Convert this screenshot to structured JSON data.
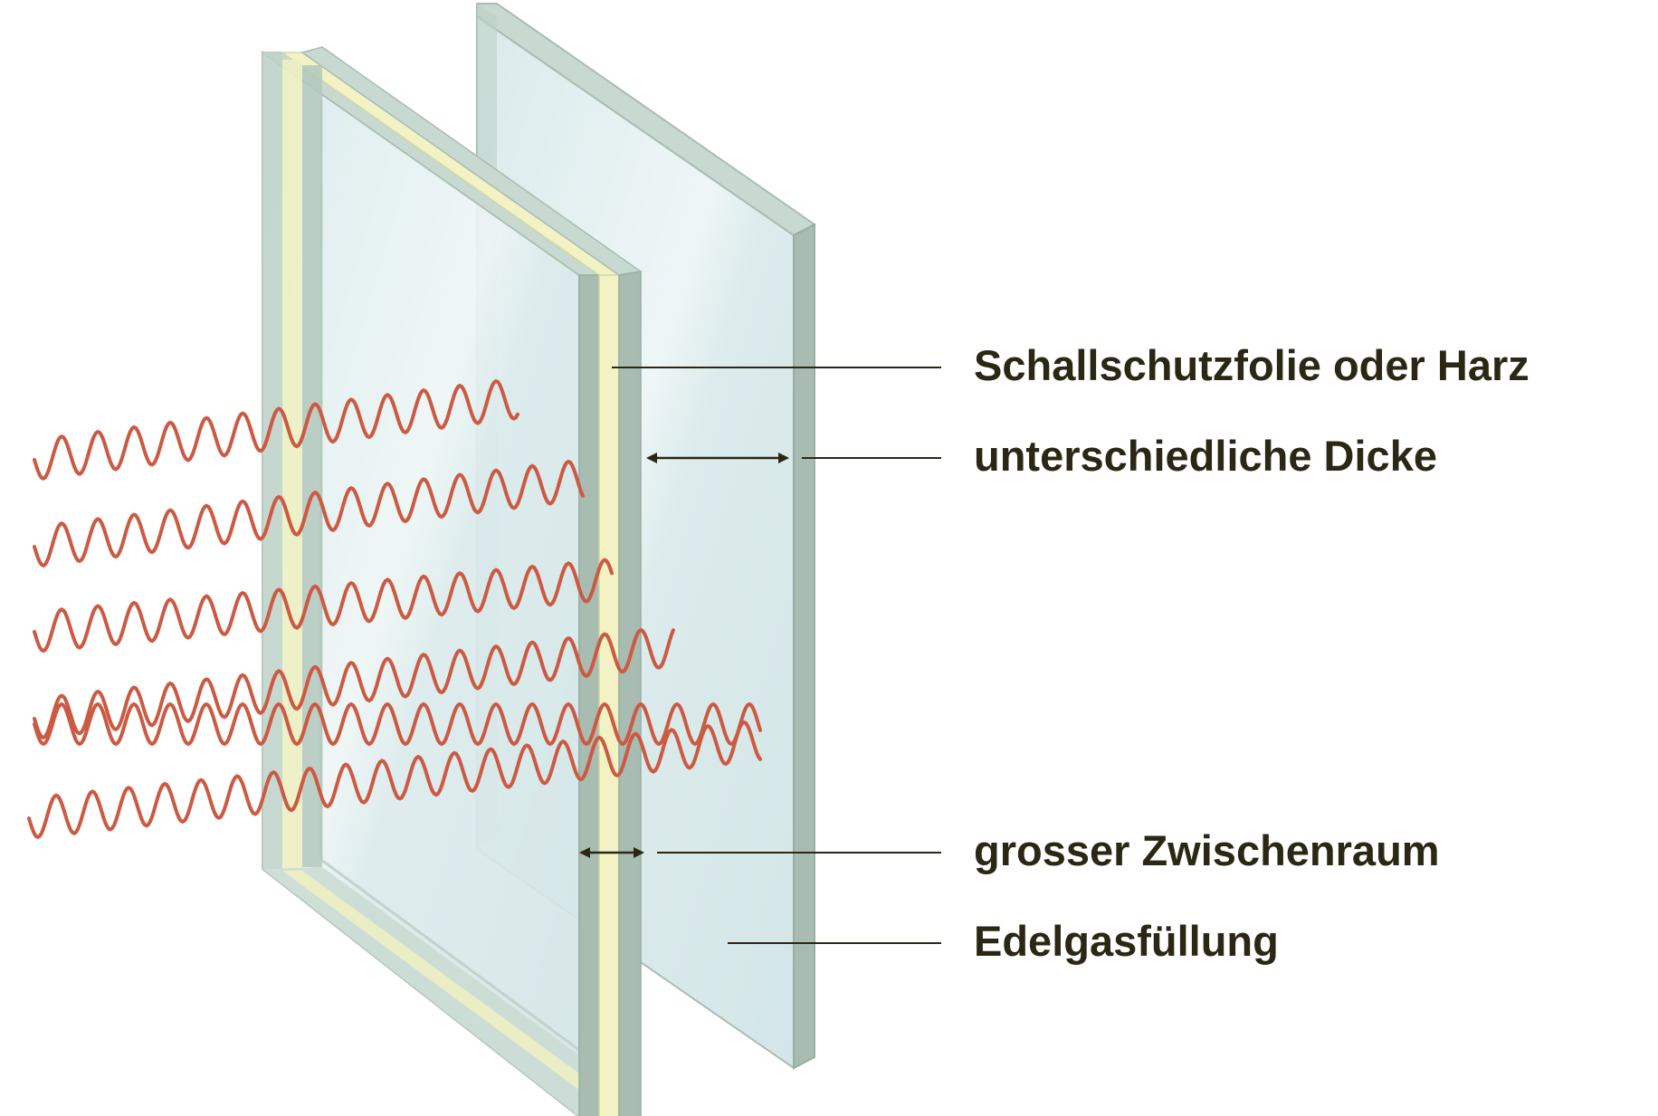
{
  "callouts": [
    {
      "id": "schallschutzfolie",
      "label": "Schallschutzfolie oder Harz"
    },
    {
      "id": "dicke",
      "label": "unterschiedliche Dicke"
    },
    {
      "id": "zwischenraum",
      "label": "grosser Zwischenraum"
    },
    {
      "id": "edelgas",
      "label": "Edelgasfüllung"
    }
  ],
  "colors": {
    "glass_face": "#dfeeef",
    "glass_edge": "#a8bcb2",
    "glass_top": "#c3d6cd",
    "foil": "#f2f2c4",
    "sound_wave": "#cc5a42",
    "line": "#2a2814"
  },
  "icons": {
    "sound_waves": "sine-wave-icon",
    "arrow": "double-arrow-icon"
  }
}
